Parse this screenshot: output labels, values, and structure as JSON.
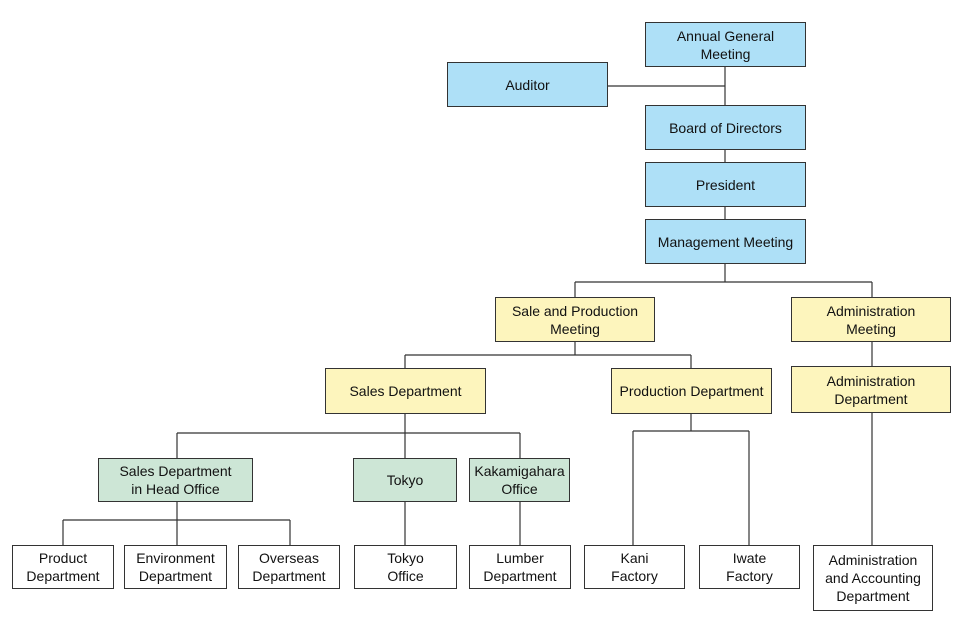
{
  "colors": {
    "governance": "#aee0f7",
    "meeting_department": "#fdf5bd",
    "office": "#cde6d6",
    "unit": "#ffffff",
    "line": "#333333"
  },
  "governance": {
    "annual_general_meeting": "Annual General\nMeeting",
    "auditor": "Auditor",
    "board_of_directors": "Board of Directors",
    "president": "President",
    "management_meeting": "Management Meeting"
  },
  "meetings": {
    "sale_and_production": "Sale and Production\nMeeting",
    "administration": "Administration\nMeeting"
  },
  "departments": {
    "sales": "Sales Department",
    "production": "Production Department",
    "administration": "Administration\nDepartment"
  },
  "offices": {
    "head_office_sales": "Sales Department\nin Head Office",
    "tokyo": "Tokyo",
    "kakamigahara": "Kakamigahara\nOffice"
  },
  "units": {
    "product": "Product\nDepartment",
    "environment": "Environment\nDepartment",
    "overseas": "Overseas\nDepartment",
    "tokyo_office": "Tokyo\nOffice",
    "lumber": "Lumber\nDepartment",
    "kani": "Kani\nFactory",
    "iwate": "Iwate\nFactory",
    "admin_accounting": "Administration\nand Accounting\nDepartment"
  }
}
